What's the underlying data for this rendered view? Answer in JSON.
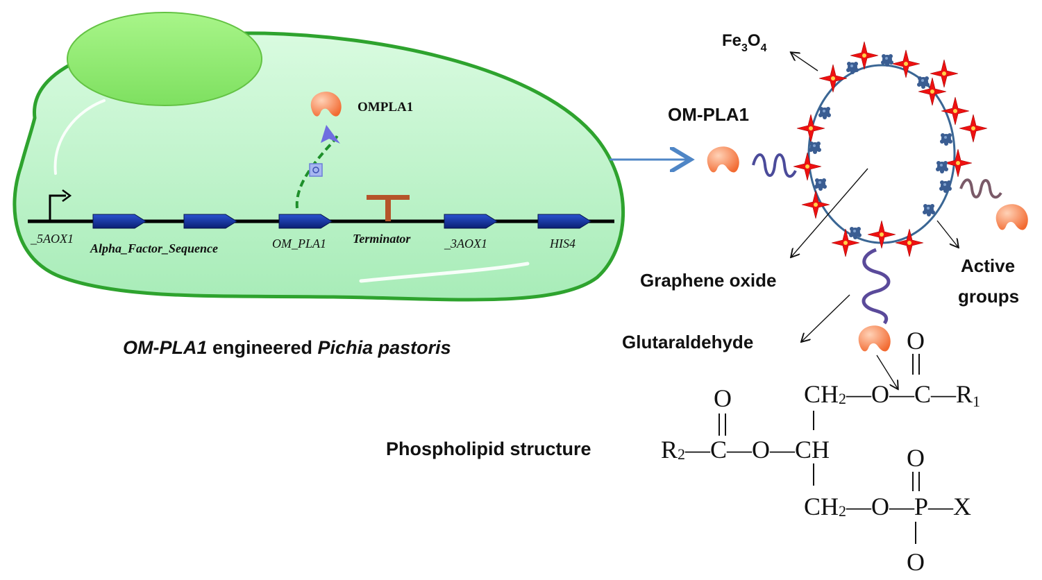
{
  "cell": {
    "protein_label": "OMPLA1",
    "caption_gene": "OM-PLA1",
    "caption_mid": " engineered ",
    "caption_species": "Pichia pastoris",
    "construct_labels": {
      "promoter": "_5AOX1",
      "alpha": "Alpha_Factor_Sequence",
      "ompla1": "OM_PLA1",
      "terminator": "Terminator",
      "aox3": "_3AOX1",
      "his4": "HIS4"
    }
  },
  "nanocarrier": {
    "fe3o4_main": "Fe",
    "fe3o4_sub1": "3",
    "fe3o4_o": "O",
    "fe3o4_sub2": "4",
    "enzyme_label": "OM-PLA1",
    "graphene_oxide": "Graphene oxide",
    "active_groups_line1": "Active",
    "active_groups_line2": "groups",
    "glutaraldehyde": "Glutaraldehyde"
  },
  "phospholipid": {
    "title": "Phospholipid  structure",
    "O_top1": "O",
    "dbl_top1": "||",
    "CH2_top": "CH",
    "CH2_top_sub": "2",
    "bond_top": "—O—C—R",
    "R1_sub": "1",
    "O_left": "O",
    "dbl_left": "||",
    "R2": "R",
    "R2_sub": "2",
    "middle_chain": "—C—O—CH",
    "O_phos_top": "O",
    "dbl_phos": "||",
    "CH2_bot": "CH",
    "CH2_bot_sub": "2",
    "bottom_chain": "—O—P—X",
    "O_phos_bot": "O"
  },
  "colors": {
    "cell_fill": "#b7f1c6",
    "cell_border": "#2ea32e",
    "nucleus": "#99ee77",
    "gene_block": "#0f2f9a",
    "terminator": "#b5542a",
    "enzyme": "#f5804e",
    "carrier_ring": "#3a6694",
    "fe3o4_star": "#ee1111",
    "active_group": "#3a5d92",
    "arrow_blue": "#4f86c6"
  }
}
